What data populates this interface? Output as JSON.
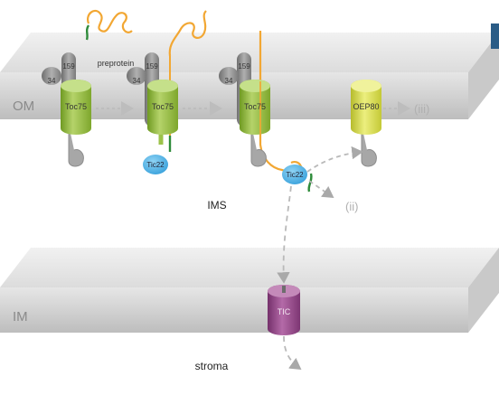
{
  "membranes": {
    "outer": "OM",
    "inner": "IM"
  },
  "compartments": {
    "intermembrane": "IMS",
    "stroma": "stroma"
  },
  "proteins": {
    "toc159": "159",
    "toc34": "34",
    "toc75": "Toc75",
    "tic22": "Tic22",
    "oep80": "OEP80",
    "tic": "TIC"
  },
  "labels": {
    "preprotein": "preprotein",
    "pathway_ii": "(ii)",
    "pathway_iii": "(iii)"
  },
  "colors": {
    "membrane": "#e2e2e2",
    "toc75": "#9cc24a",
    "oep80": "#d7dd55",
    "tic22": "#52b4e6",
    "tic": "#9a4a8f",
    "receptor": "#8e8e8e",
    "preprotein": "#f2a733",
    "transit_peptide": "#2e8b3a",
    "arrow": "#bdbdbd"
  }
}
